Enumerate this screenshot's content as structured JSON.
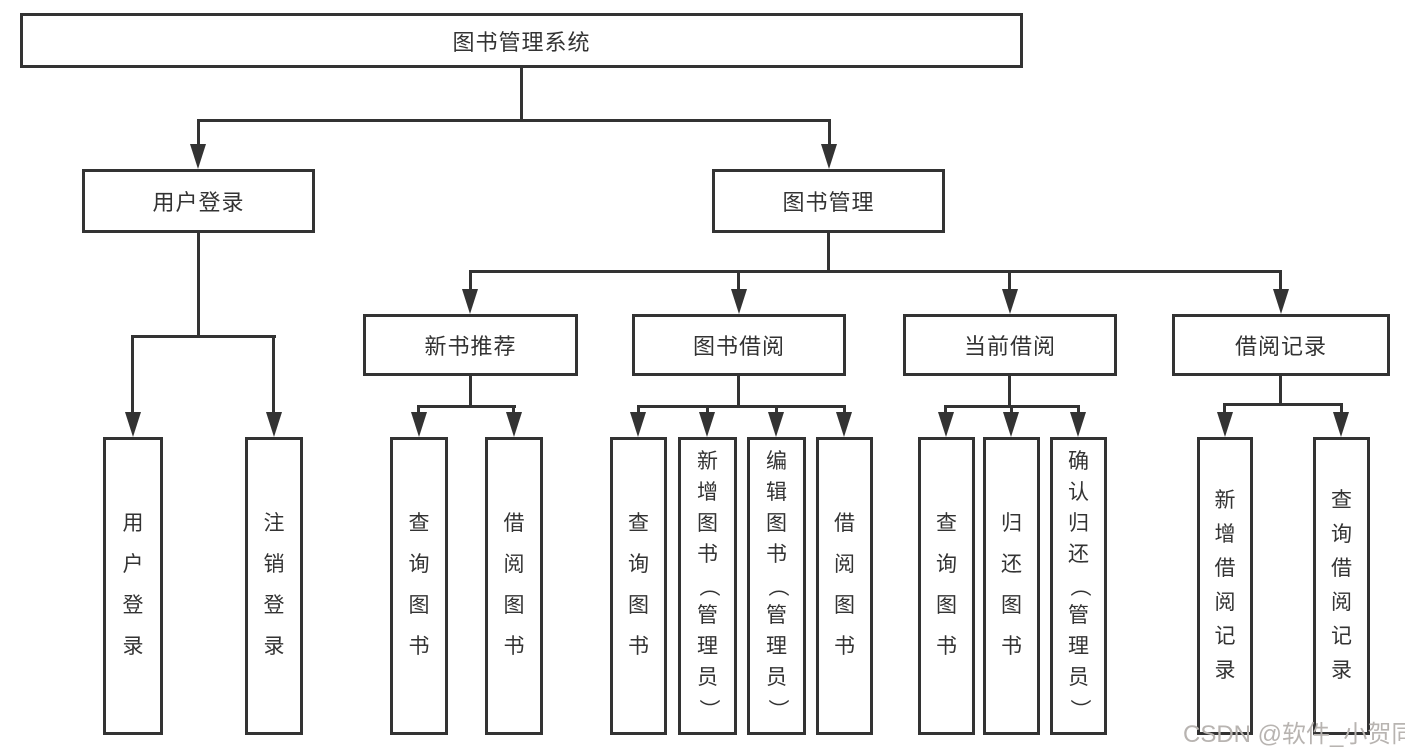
{
  "page": {
    "watermark": "CSDN @软件_小贺同学",
    "colors": {
      "line": "#333333",
      "text": "#333333",
      "box_background": "#ffffff",
      "page_background": "#ffffff",
      "watermark": "#b8b4b1"
    }
  },
  "tree": {
    "root": {
      "label": "图书管理系统"
    },
    "level2": [
      {
        "label": "用户登录",
        "parent": "图书管理系统"
      },
      {
        "label": "图书管理",
        "parent": "图书管理系统"
      }
    ],
    "level3": [
      {
        "label": "新书推荐",
        "parent": "图书管理"
      },
      {
        "label": "图书借阅",
        "parent": "图书管理"
      },
      {
        "label": "当前借阅",
        "parent": "图书管理"
      },
      {
        "label": "借阅记录",
        "parent": "图书管理"
      }
    ],
    "leaves": [
      {
        "label": "用户登录",
        "parent": "用户登录"
      },
      {
        "label": "注销登录",
        "parent": "用户登录"
      },
      {
        "label": "查询图书",
        "parent": "新书推荐"
      },
      {
        "label": "借阅图书",
        "parent": "新书推荐"
      },
      {
        "label": "查询图书",
        "parent": "图书借阅"
      },
      {
        "label": "新增图书（管理员）",
        "parent": "图书借阅"
      },
      {
        "label": "编辑图书（管理员）",
        "parent": "图书借阅"
      },
      {
        "label": "借阅图书",
        "parent": "图书借阅"
      },
      {
        "label": "查询图书",
        "parent": "当前借阅"
      },
      {
        "label": "归还图书",
        "parent": "当前借阅"
      },
      {
        "label": "确认归还（管理员）",
        "parent": "当前借阅"
      },
      {
        "label": "新增借阅记录",
        "parent": "借阅记录"
      },
      {
        "label": "查询借阅记录",
        "parent": "借阅记录"
      }
    ]
  }
}
